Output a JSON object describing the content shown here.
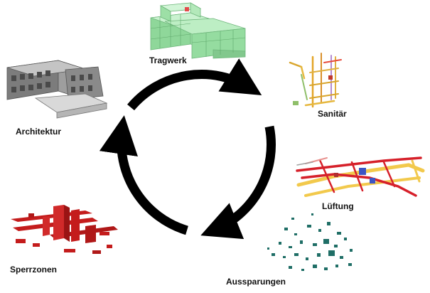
{
  "cycle": {
    "stages": [
      {
        "id": "tragwerk",
        "label": "Tragwerk",
        "color": "#9fe3a8"
      },
      {
        "id": "sanitaer",
        "label": "Sanitär",
        "color": "#e8b23a"
      },
      {
        "id": "lueftung",
        "label": "Lüftung",
        "color": "#d6202a"
      },
      {
        "id": "aussparungen",
        "label": "Aussparungen",
        "color": "#1f6e66"
      },
      {
        "id": "sperrzonen",
        "label": "Sperrzonen",
        "color": "#c41c1c"
      },
      {
        "id": "architektur",
        "label": "Architektur",
        "color": "#9a9a9a"
      }
    ],
    "arrow_color": "#000000",
    "arrow_count": 3
  }
}
